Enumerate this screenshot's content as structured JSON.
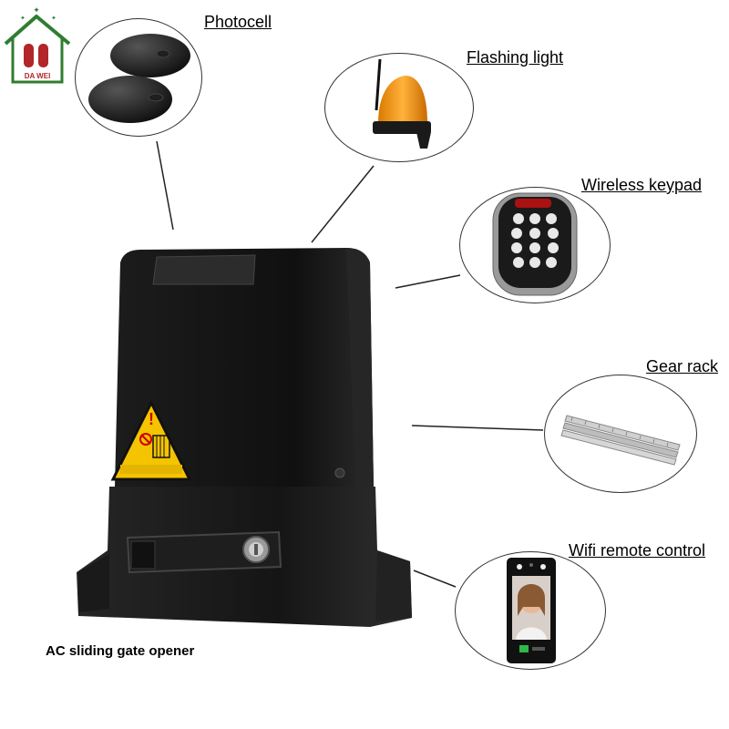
{
  "brand": {
    "logo_text": "DA WEI"
  },
  "accessories": [
    {
      "id": "photocell",
      "label": "Photocell"
    },
    {
      "id": "flashing-light",
      "label": "Flashing light"
    },
    {
      "id": "wireless-keypad",
      "label": "Wireless keypad"
    },
    {
      "id": "gear-rack",
      "label": "Gear rack"
    },
    {
      "id": "wifi-remote",
      "label": "Wifi remote control"
    }
  ],
  "product": {
    "caption": "AC sliding gate opener"
  },
  "colors": {
    "brand_red": "#b2262a",
    "brand_green": "#2f7d32",
    "warning_yellow": "#f5c400",
    "light_orange": "#f39a11",
    "body_black": "#141414"
  }
}
